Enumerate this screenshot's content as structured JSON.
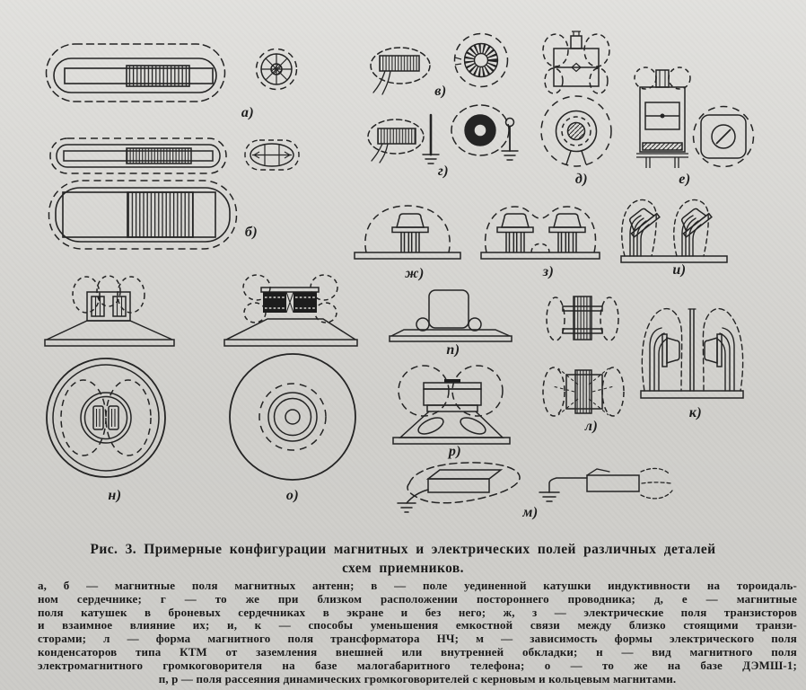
{
  "colors": {
    "paper": "#d7d6d2",
    "ink": "#242424"
  },
  "figure": {
    "labels": {
      "a": "а)",
      "b": "б)",
      "v": "в)",
      "g": "г)",
      "d": "д)",
      "e": "е)",
      "zh": "ж)",
      "z": "з)",
      "i": "и)",
      "k": "к)",
      "l": "л)",
      "m": "м)",
      "n": "н)",
      "o": "о)",
      "p": "п)",
      "r": "р)"
    }
  },
  "caption": {
    "title": [
      "Рис. 3. Примерные конфигурации магнитных и электрических полей различных деталей",
      "схем приемников."
    ],
    "body": [
      "а, б — магнитные поля магнитных антенн; в — поле уединенной катушки индуктивности на тороидаль-",
      "ном сердечнике; г — то же при близком расположении постороннего проводника; д, е — магнитные",
      "поля катушек в броневых сердечниках в экране и без него; ж, з — электрические поля транзисторов",
      "и взаимное влияние их; и, к — способы уменьшения емкостной связи между близко стоящими транзи-",
      "сторами; л — форма магнитного поля трансформатора НЧ; м — зависимость формы электрического поля",
      "конденсаторов типа КТМ от заземления внешней или внутренней обкладки; н — вид магнитного поля",
      "электромагнитного громкоговорителя на базе малогабаритного телефона; о — то же на базе ДЭМШ-1;",
      "п, р — поля рассеяния динамических громкоговорителей с керновым и кольцевым магнитами."
    ]
  }
}
